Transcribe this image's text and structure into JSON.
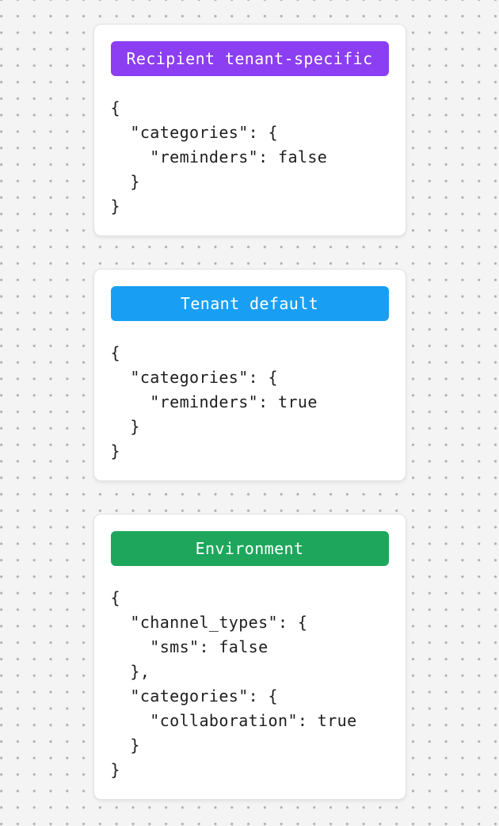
{
  "background": {
    "color": "#f4f4f5",
    "dot_color": "#c9c9c9"
  },
  "cards": [
    {
      "badge": {
        "label": "Recipient tenant-specific",
        "color": "#8b3ef2"
      },
      "code": "{\n  \"categories\": {\n    \"reminders\": false\n  }\n}"
    },
    {
      "badge": {
        "label": "Tenant default",
        "color": "#189ff4"
      },
      "code": "{\n  \"categories\": {\n    \"reminders\": true\n  }\n}"
    },
    {
      "badge": {
        "label": "Environment",
        "color": "#1ea75c"
      },
      "code": "{\n  \"channel_types\": {\n    \"sms\": false\n  },\n  \"categories\": {\n    \"collaboration\": true\n  }\n}"
    }
  ]
}
